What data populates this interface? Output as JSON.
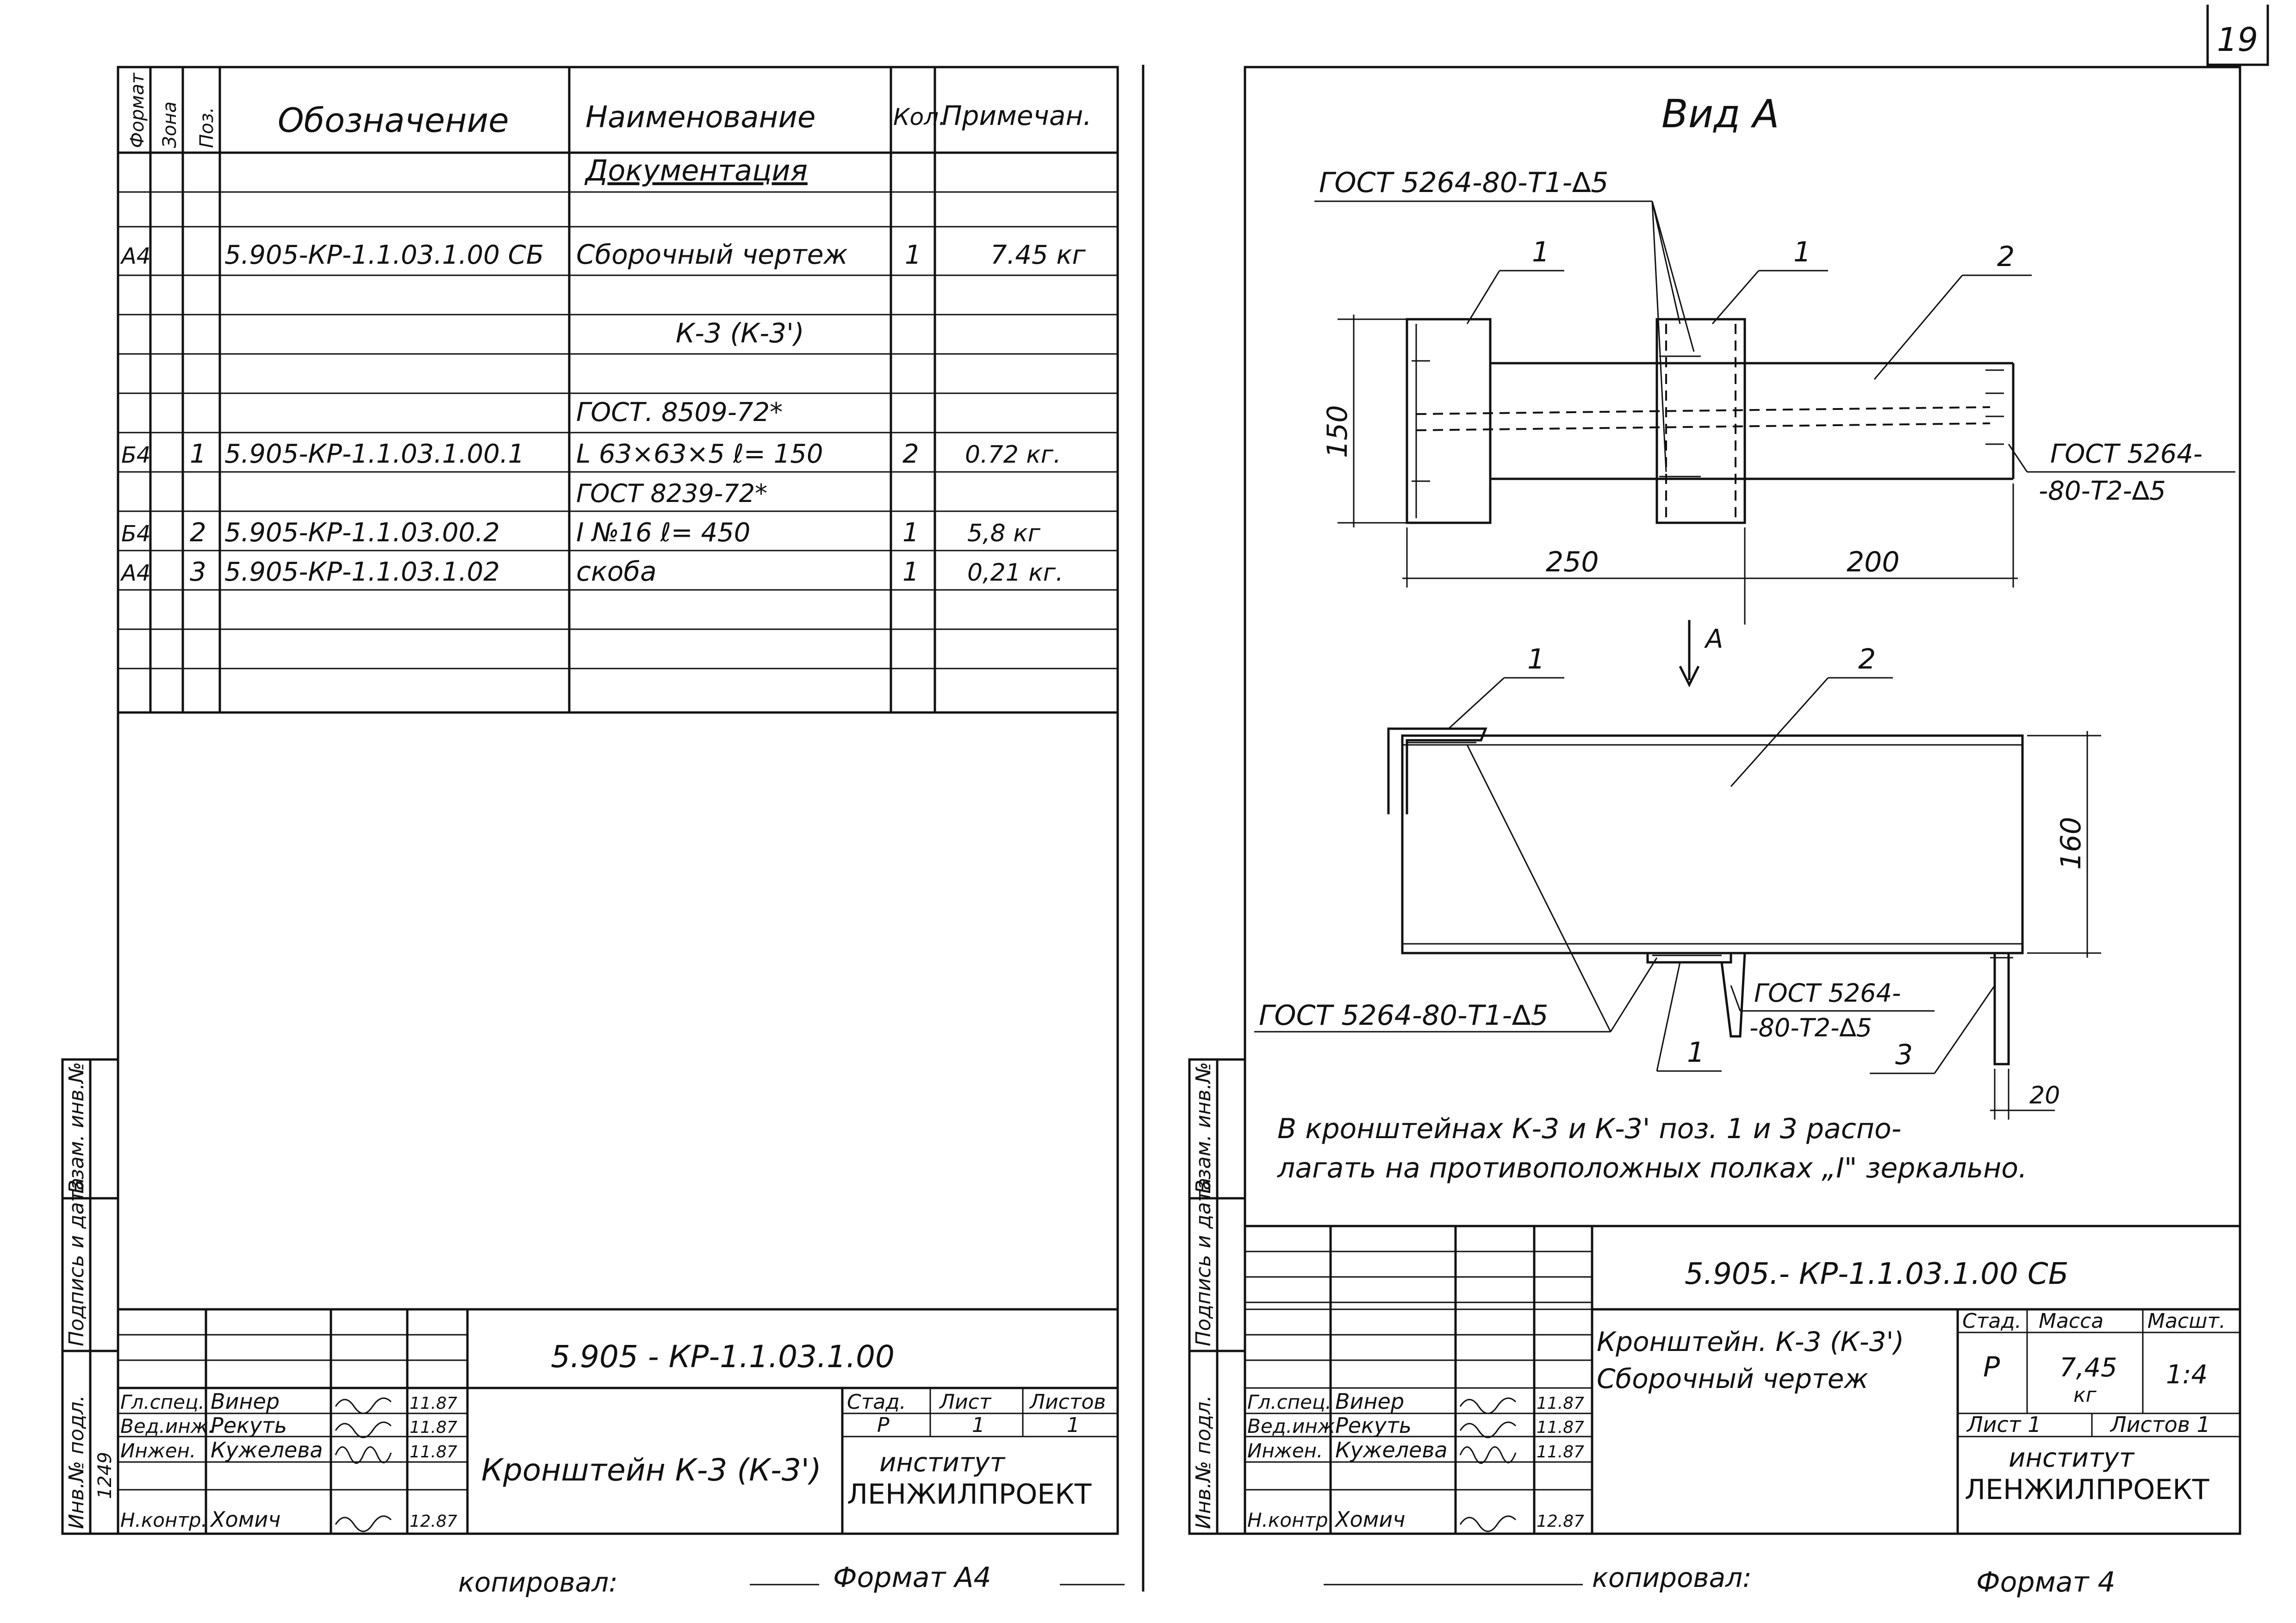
{
  "page_number": "19",
  "left_sheet": {
    "table_header": {
      "format": "Формат",
      "zone": "Зона",
      "pos": "Поз.",
      "designation": "Обозначение",
      "name": "Наименование",
      "qty": "Кол.",
      "note": "Примечан."
    },
    "section_title": "Документация",
    "rows": [
      {
        "format": "А4",
        "zone": "",
        "pos": "",
        "designation": "5.905-КР-1.1.03.1.00 СБ",
        "name": "Сборочный чертеж",
        "qty": "1",
        "note": "7.45 кг"
      },
      {
        "format": "",
        "zone": "",
        "pos": "",
        "designation": "",
        "name": "К-3 (К-3')",
        "qty": "",
        "note": ""
      },
      {
        "format": "",
        "zone": "",
        "pos": "",
        "designation": "",
        "name": "ГОСТ. 8509-72*",
        "qty": "",
        "note": ""
      },
      {
        "format": "Б4",
        "zone": "",
        "pos": "1",
        "designation": "5.905-КР-1.1.03.1.00.1",
        "name": "L 63×63×5  ℓ= 150",
        "qty": "2",
        "note": "0.72 кг."
      },
      {
        "format": "",
        "zone": "",
        "pos": "",
        "designation": "",
        "name": "ГОСТ 8239-72*",
        "qty": "",
        "note": ""
      },
      {
        "format": "Б4",
        "zone": "",
        "pos": "2",
        "designation": "5.905-КР-1.1.03.00.2",
        "name": "I №16        ℓ= 450",
        "qty": "1",
        "note": "5,8 кг"
      },
      {
        "format": "А4",
        "zone": "",
        "pos": "3",
        "designation": "5.905-КР-1.1.03.1.02",
        "name": "скоба",
        "qty": "1",
        "note": "0,21 кг."
      }
    ],
    "side_stamp": {
      "inv_no": "Инв.№ подл.",
      "sign_date": "Подпись и дата",
      "vzam": "Взам. инв.№",
      "handwritten_inv": "1249"
    },
    "title_block": {
      "doc_code": "5.905 - КР-1.1.03.1.00",
      "title": "Кронштейн К-3 (К-3')",
      "stage_label": "Стад.",
      "sheet_label": "Лист",
      "sheets_label": "Листов",
      "stage": "Р",
      "sheet": "1",
      "sheets": "1",
      "org_line1": "институт",
      "org_line2": "ЛЕНЖИЛПРОЕКТ",
      "signers": [
        {
          "role": "Гл.спец.",
          "name": "Винер",
          "date": "11.87"
        },
        {
          "role": "Вед.инж.",
          "name": "Рекуть",
          "date": "11.87"
        },
        {
          "role": "Инжен.",
          "name": "Кужелева",
          "date": "11.87"
        },
        {
          "role": "Н.контр.",
          "name": "Хомич",
          "date": "12.87"
        }
      ]
    },
    "footer_copied": "копировал:",
    "footer_format": "Формат А4"
  },
  "right_sheet": {
    "view_label": "Вид А",
    "weld_top": "ГОСТ 5264-80-Т1-∆5",
    "weld_right_1": "ГОСТ 5264-",
    "weld_right_2": "-80-Т2-∆5",
    "weld_bottom_left": "ГОСТ 5264-80-Т1-∆5",
    "weld_bottom_right_1": "ГОСТ 5264-",
    "weld_bottom_right_2": "-80-Т2-∆5",
    "callouts": {
      "p1": "1",
      "p2": "2",
      "p3": "3"
    },
    "dims": {
      "height_top": "150",
      "len_a": "250",
      "len_b": "200",
      "height_bottom": "160",
      "offset": "20"
    },
    "arrow_label": "А",
    "note_line1": "В кронштейнах К-3 и К-3' поз. 1 и 3 распо-",
    "note_line2": "лагать на противоположных полках „I\" зеркально.",
    "title_block": {
      "doc_code": "5.905.- КР-1.1.03.1.00 СБ",
      "title_line1": "Кронштейн. К-3 (К-3')",
      "title_line2": "Сборочный чертеж",
      "stage_label": "Стад.",
      "mass_label": "Масса",
      "scale_label": "Масшт.",
      "stage": "Р",
      "mass": "7,45",
      "mass_unit": "кг",
      "scale": "1:4",
      "sheet_label": "Лист 1",
      "sheets_label": "Листов 1",
      "org_line1": "институт",
      "org_line2": "ЛЕНЖИЛПРОЕКТ",
      "signers": [
        {
          "role": "Гл.спец.",
          "name": "Винер",
          "date": "11.87"
        },
        {
          "role": "Вед.инж.",
          "name": "Рекуть",
          "date": "11.87"
        },
        {
          "role": "Инжен.",
          "name": "Кужелева",
          "date": "11.87"
        },
        {
          "role": "Н.контр.",
          "name": "Хомич",
          "date": "12.87"
        }
      ]
    },
    "footer_copied": "копировал:",
    "footer_format": "Формат 4"
  }
}
